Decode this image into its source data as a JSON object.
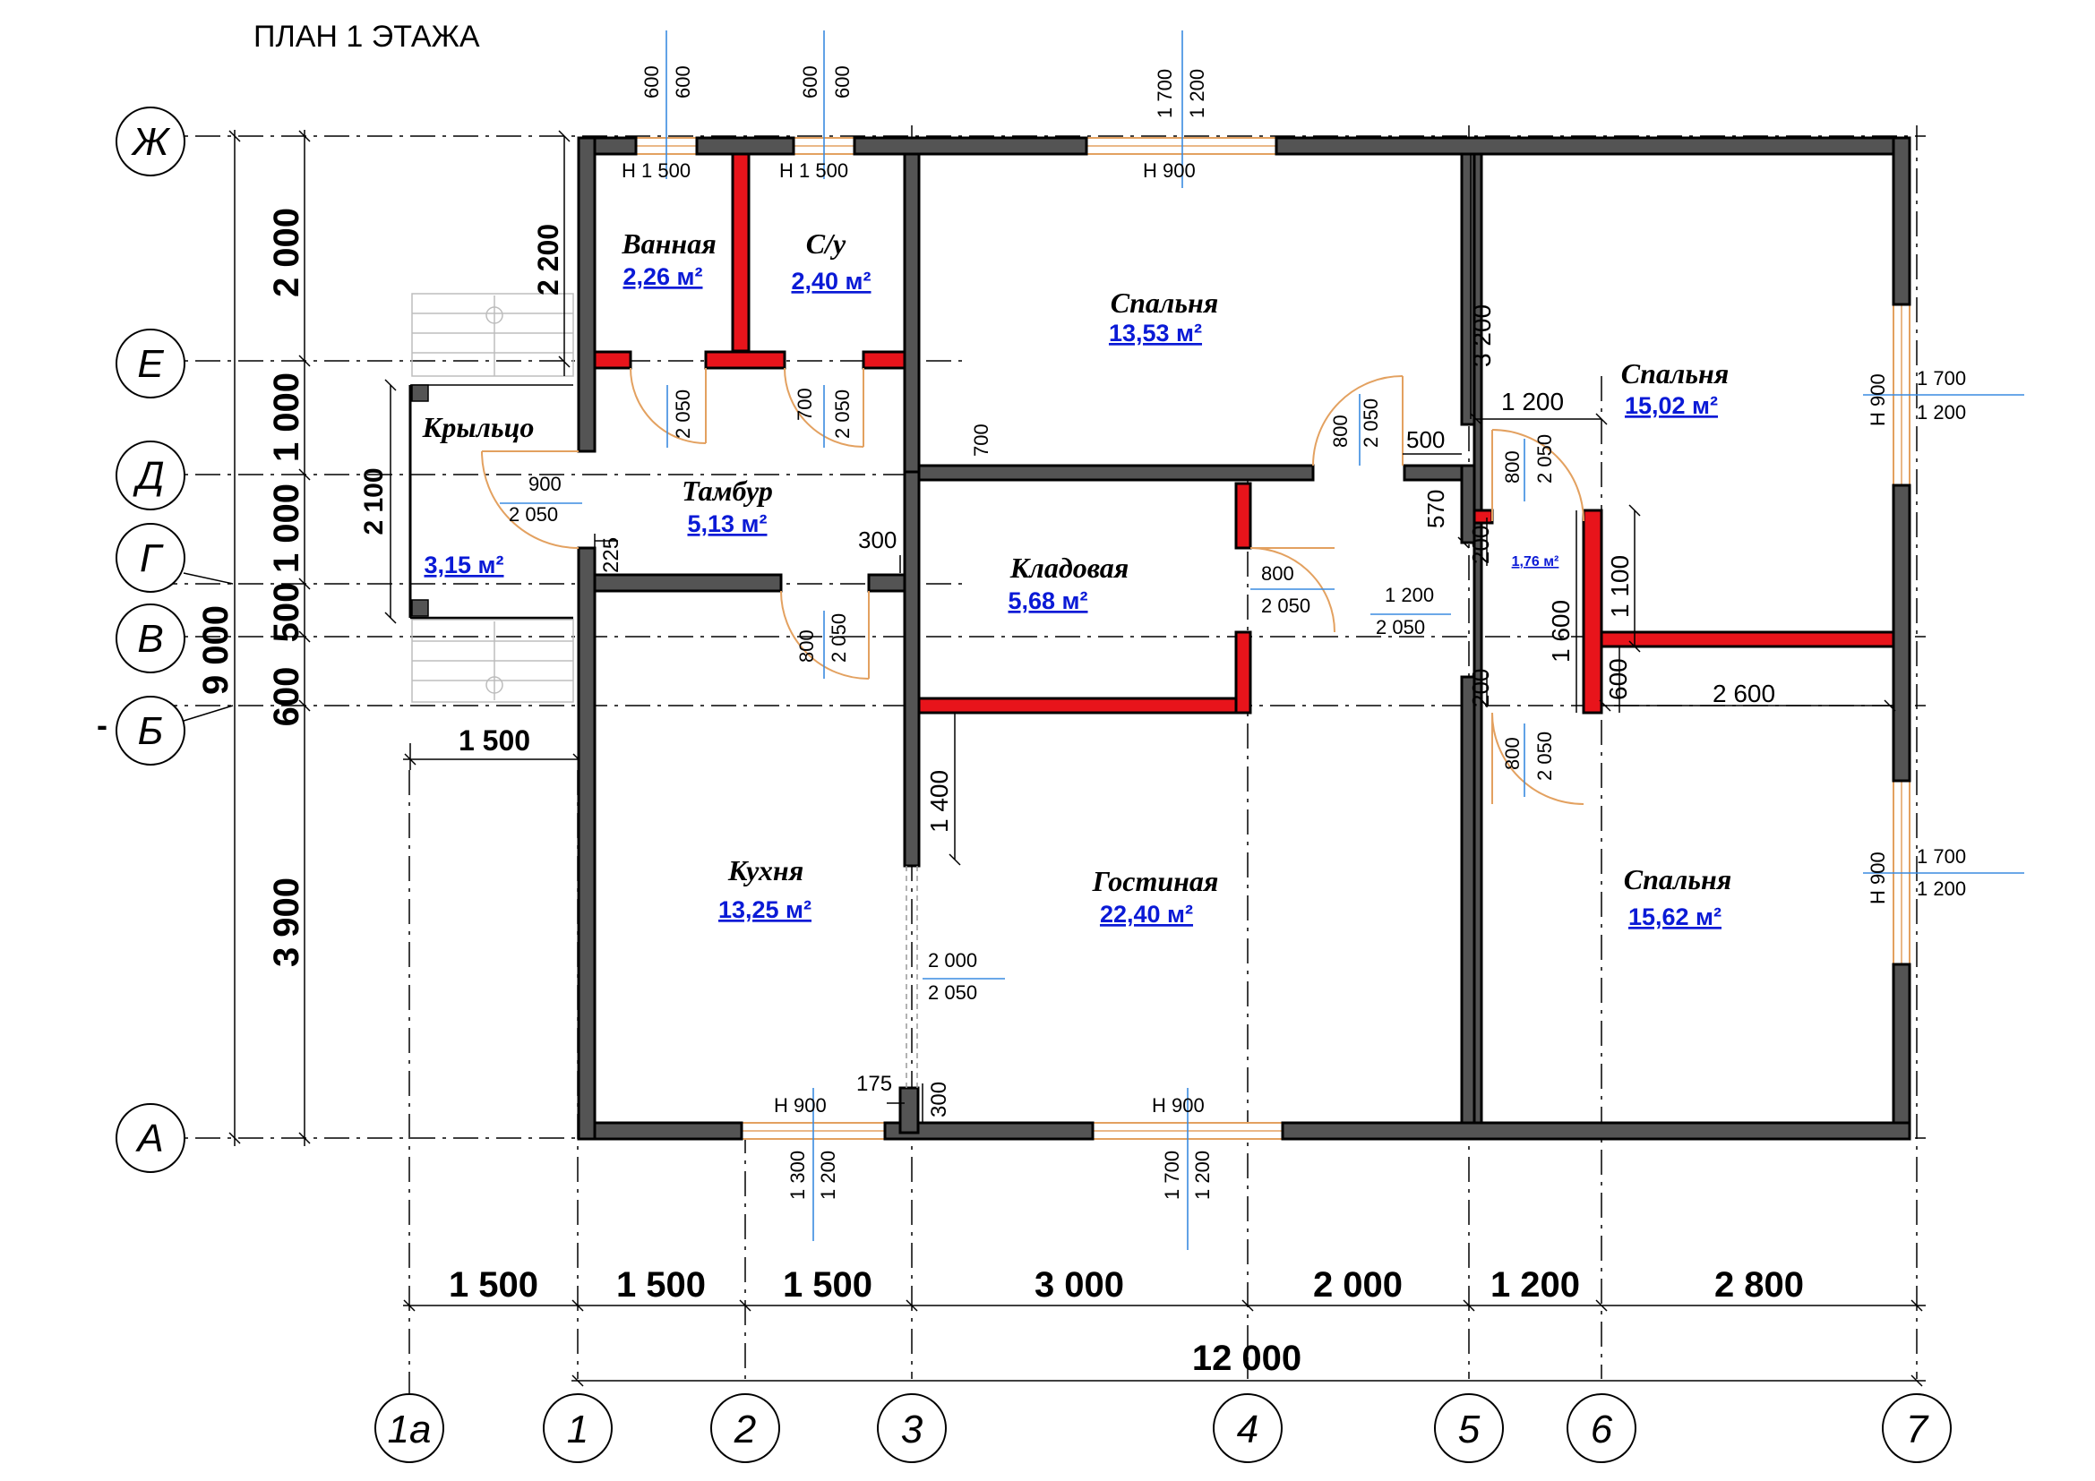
{
  "title": "ПЛАН 1 ЭТАЖА",
  "axes_rows": [
    {
      "label": "Ж"
    },
    {
      "label": "Е"
    },
    {
      "label": "Д"
    },
    {
      "label": "Г"
    },
    {
      "label": "В"
    },
    {
      "label": "Б"
    },
    {
      "label": "А"
    }
  ],
  "axes_cols": [
    {
      "label": "1а"
    },
    {
      "label": "1"
    },
    {
      "label": "2"
    },
    {
      "label": "3"
    },
    {
      "label": "4"
    },
    {
      "label": "5"
    },
    {
      "label": "6"
    },
    {
      "label": "7"
    }
  ],
  "rooms": {
    "bath": {
      "name": "Ванная",
      "area": "2,26 м²"
    },
    "wc": {
      "name": "С/у",
      "area": "2,40 м²"
    },
    "bedroom1": {
      "name": "Спальня",
      "area": "13,53 м²"
    },
    "bedroom2": {
      "name": "Спальня",
      "area": "15,02 м²"
    },
    "porch": {
      "name": "Крыльцо",
      "area": "3,15 м²"
    },
    "vestibule": {
      "name": "Тамбур",
      "area": "5,13 м²"
    },
    "storage": {
      "name": "Кладовая",
      "area": "5,68 м²"
    },
    "hall_small": {
      "area": "1,76 м²"
    },
    "kitchen": {
      "name": "Кухня",
      "area": "13,25 м²"
    },
    "living": {
      "name": "Гостиная",
      "area": "22,40 м²"
    },
    "bedroom3": {
      "name": "Спальня",
      "area": "15,62 м²"
    }
  },
  "dims_bottom": [
    "1 500",
    "1 500",
    "1 500",
    "3 000",
    "2 000",
    "1 200",
    "2 800"
  ],
  "dim_total_bottom": "12 000",
  "dims_left": [
    "2 000",
    "1 000",
    "1 000",
    "500",
    "600",
    "3 900"
  ],
  "dim_total_left": "9 000",
  "dim_porch_height": "2 200",
  "dim_porch_depth": "2 100",
  "dim_porch_width": "1 500",
  "dash": "-",
  "labels": {
    "w_600a": "600",
    "w_600b": "600",
    "w_600c": "600",
    "w_600d": "600",
    "w_1700": "1 700",
    "w_1200": "1 200",
    "h1500a": "Н  1 500",
    "h1500b": "Н  1 500",
    "h900top": "Н  900",
    "d700a": "700",
    "d2050a": "2 050",
    "d700b": "700",
    "d2050b": "2 050",
    "d800a": "800",
    "d2050c": "2 050",
    "dim500": "500",
    "dim570": "570",
    "dim200a": "200",
    "dim200b": "200",
    "d800b": "800",
    "d2050d": "2 050",
    "d800c": "800",
    "d2050e": "2 050",
    "d800d": "800",
    "d2050f": "2 050",
    "porch900": "900",
    "porch2050": "2 050",
    "d800e": "800",
    "d2050g": "2 050",
    "d1200": "1 200",
    "d2050h": "2 050",
    "dim1200r": "1 200",
    "dim3200": "3 200",
    "dim1100": "1 100",
    "dim1600": "1 600",
    "dim600r": "600",
    "dim2600": "2 600",
    "dim225": "225",
    "dim300a": "300",
    "dim1400": "1 400",
    "open2000": "2 000",
    "open2050": "2 050",
    "dim175": "175",
    "dim300b": "300",
    "h900k": "Н  900",
    "h900l": "Н  900",
    "wk1300": "1 300",
    "wk1200": "1 200",
    "wl1700": "1 700",
    "wl1200": "1 200",
    "wr1700a": "1 700",
    "wr1200a": "1 200",
    "wrH900a": "Н  900",
    "wr1700b": "1 700",
    "wr1200b": "1 200",
    "wrH900b": "Н  900"
  }
}
